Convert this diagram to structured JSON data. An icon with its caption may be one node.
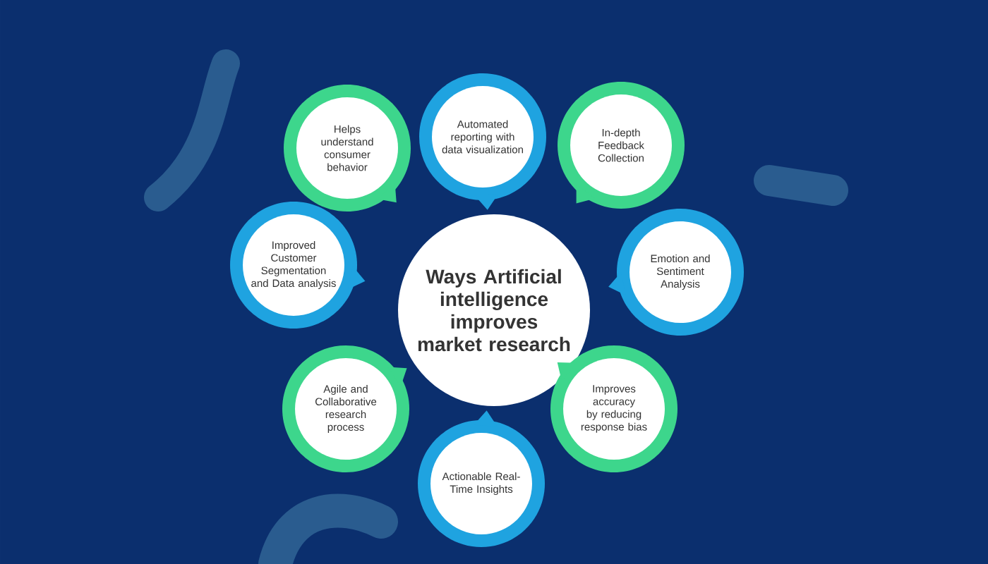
{
  "diagram": {
    "nodes": [
      {
        "text": [
          "Ways Artificial intelligence improves market research"
        ]
      },
      {
        "text": [
          "Automated reporting with data visualization"
        ]
      },
      {
        "text": [
          "Helps understand consumer behavior"
        ]
      },
      {
        "text": [
          "In-depth Feedback Collection"
        ]
      },
      {
        "text": [
          "Improved Customer Segmentation and Data analysis"
        ]
      },
      {
        "text": [
          "Emotion and Sentiment Analysis"
        ]
      },
      {
        "text": [
          "Agile and Collaborative research process"
        ]
      },
      {
        "text": [
          "Improves accuracy by reducing response bias"
        ]
      },
      {
        "text": [
          "Actionable Real-Time Insights"
        ]
      }
    ]
  }
}
